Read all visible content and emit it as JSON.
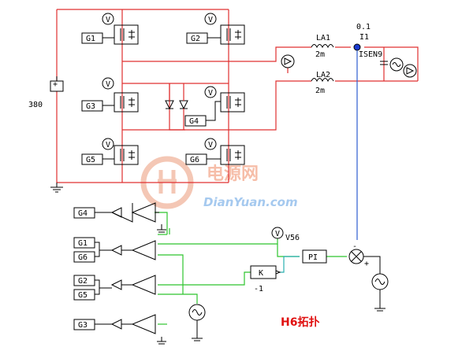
{
  "gate_labels": [
    "G1",
    "G2",
    "G3",
    "G4",
    "G5",
    "G6"
  ],
  "ctrl_labels": {
    "g4": "G4",
    "g1": "G1",
    "g6": "G6",
    "g2": "G2",
    "g5": "G5",
    "g3": "G3"
  },
  "source_value": "380",
  "inductors": [
    {
      "name": "LA1",
      "value": "2m"
    },
    {
      "name": "LA2",
      "value": "2m"
    }
  ],
  "sensor": {
    "gain": "0.1",
    "name": "I1",
    "ref": "ISEN9"
  },
  "voltmeter_label": "V",
  "probe_name": "V56",
  "pi_label": "PI",
  "gain_block": {
    "label": "K",
    "value": "-1"
  },
  "sign_labels": {
    "minus": "-",
    "plus": "+"
  },
  "title": "H6拓扑",
  "watermark": {
    "cn": "电源网",
    "en": "DianYuan.com"
  },
  "colors": {
    "power_wire": "#e03030",
    "ctrl_wire": "#2ec42e",
    "sense_wire": "#2f5fd0",
    "title": "#e01010"
  }
}
